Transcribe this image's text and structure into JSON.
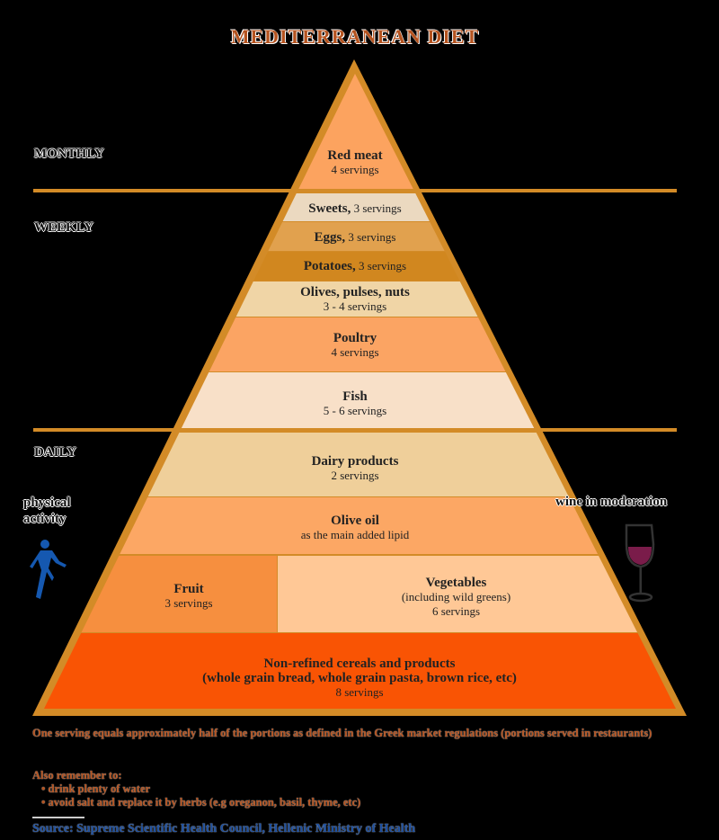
{
  "title": "MEDITERRANEAN DIET",
  "frequencies": {
    "monthly": "MONTHLY",
    "weekly": "WEEKLY",
    "daily": "DAILY"
  },
  "side": {
    "physical": "physical",
    "activity": "activity",
    "wine": "wine in moderation"
  },
  "bands": {
    "red_meat": {
      "name": "Red meat",
      "servings": "4 servings"
    },
    "sweets": {
      "name": "Sweets,",
      "servings": "3 servings"
    },
    "eggs": {
      "name": "Eggs,",
      "servings": "3 servings"
    },
    "potatoes": {
      "name": "Potatoes,",
      "servings": "3 servings"
    },
    "olives": {
      "name": "Olives, pulses, nuts",
      "servings": "3 - 4 servings"
    },
    "poultry": {
      "name": "Poultry",
      "servings": "4 servings"
    },
    "fish": {
      "name": "Fish",
      "servings": "5 - 6 servings"
    },
    "dairy": {
      "name": "Dairy products",
      "servings": "2 servings"
    },
    "olive_oil": {
      "name": "Olive oil",
      "servings": "as the main added lipid"
    },
    "fruit": {
      "name": "Fruit",
      "servings": "3 servings"
    },
    "vegetables": {
      "name": "Vegetables",
      "note": "(including wild greens)",
      "servings": "6 servings"
    },
    "cereals": {
      "name": "Non-refined cereals and products",
      "note": "(whole grain bread, whole grain pasta, brown rice, etc)",
      "servings": "8 servings"
    }
  },
  "notes": {
    "serving": "One serving equals approximately half of the portions as defined in the Greek market regulations (portions served in restaurants)",
    "remember": "Also remember to:",
    "items": [
      "drink plenty of water",
      "avoid salt and replace it by herbs (e.g oreganon, basil, thyme, etc)"
    ],
    "source": "Source: Supreme Scientific Health Council, Hellenic Ministry of Health"
  },
  "colors": {
    "border": "#d38b27",
    "title": "#b5531f",
    "source": "#1c4fa0"
  }
}
